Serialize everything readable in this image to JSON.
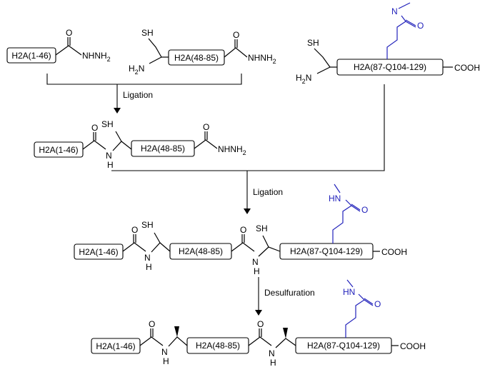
{
  "segments": {
    "h2a_1_46": "H2A(1-46)",
    "h2a_48_85": "H2A(48-85)",
    "h2a_87_129": "H2A(87-Q104-129)"
  },
  "atoms": {
    "hydrazide": "NHNH",
    "subscript_2": "2",
    "thiol": "SH",
    "amine_h2": "H",
    "amine_n": "N",
    "oxygen": "O",
    "nh_amide": "N",
    "h_amide": "H",
    "acid": "COOH",
    "hn_methyl": "HN",
    "n_methyl": "N"
  },
  "steps": {
    "ligation_1": "Ligation",
    "ligation_2": "Ligation",
    "desulfuration": "Desulfuration"
  },
  "colors": {
    "structure": "#000000",
    "glutamine_side_chain": "#2222bb"
  }
}
